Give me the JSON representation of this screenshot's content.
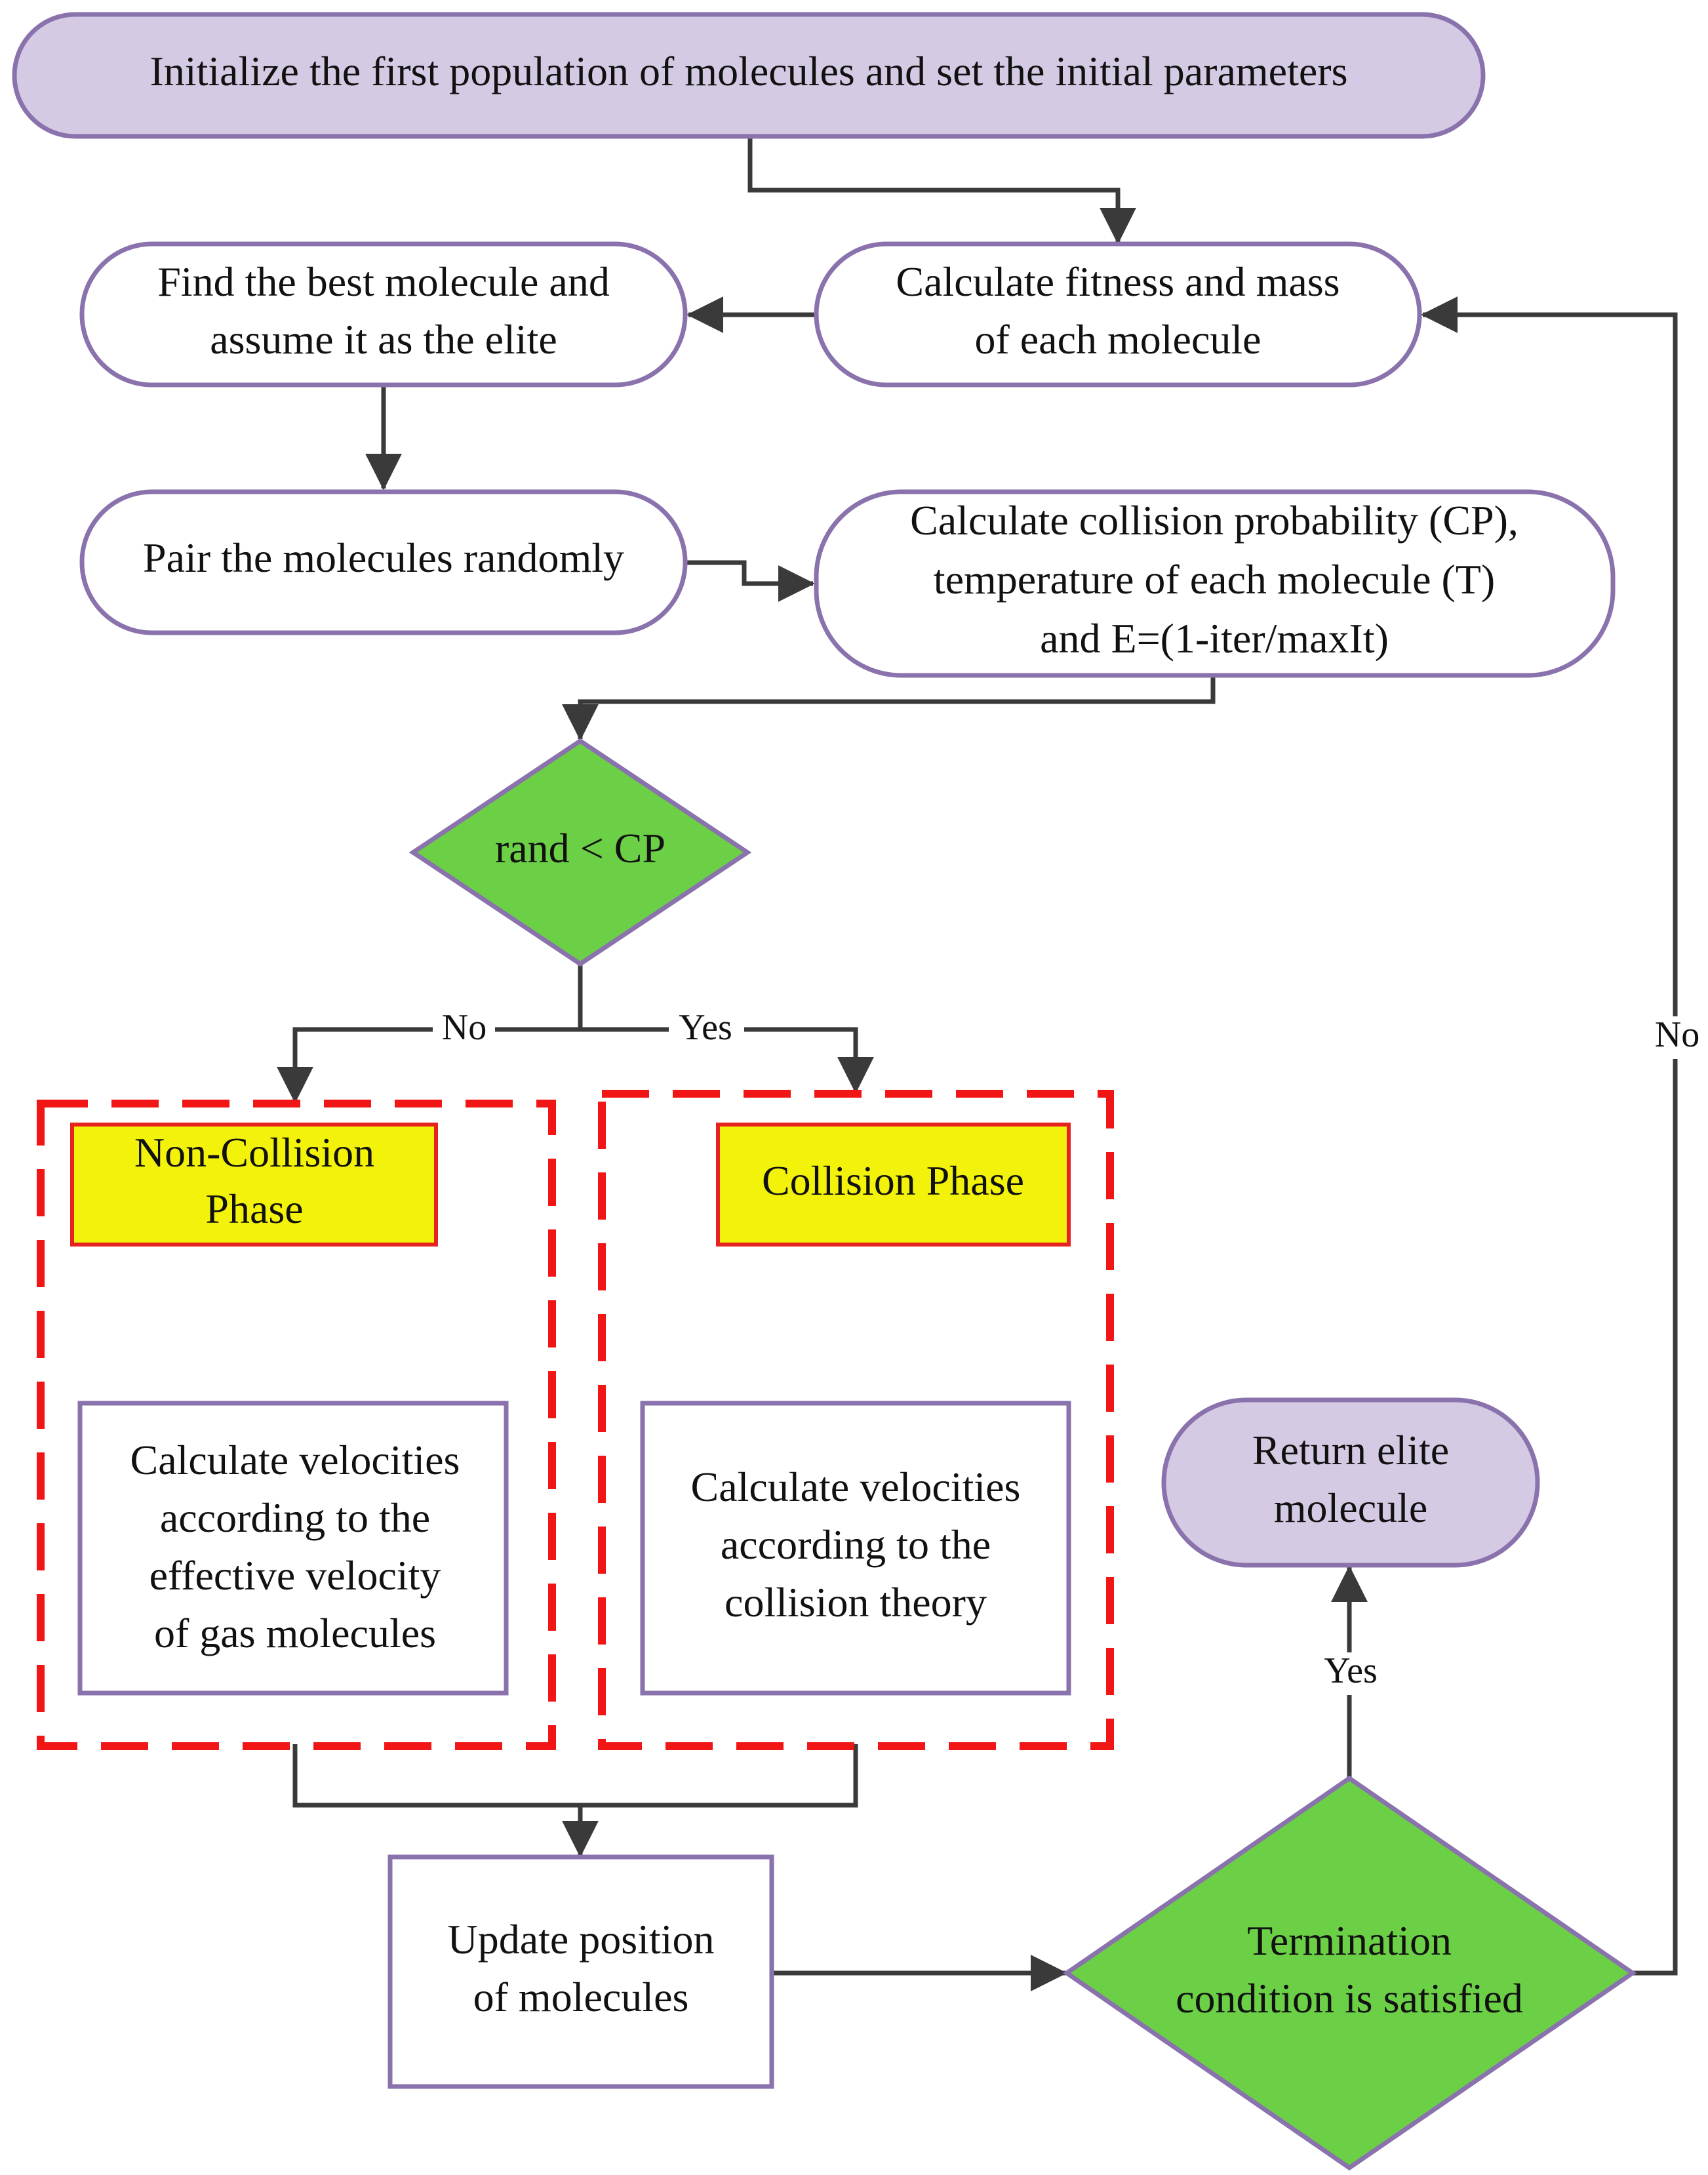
{
  "colors": {
    "lilac_fill": "#d5cae3",
    "node_border": "#8a72ad",
    "decision_fill": "#6cd046",
    "phase_fill": "#f3f20a",
    "phase_border": "#e52420",
    "dashed_border": "#f21515",
    "connector": "#3a3a3a"
  },
  "nodes": {
    "initialize": {
      "lines": [
        "Initialize the first population of molecules and set the initial parameters"
      ]
    },
    "calc_fitness": {
      "lines": [
        "Calculate fitness and mass",
        "of each molecule"
      ]
    },
    "find_best": {
      "lines": [
        "Find the best molecule and",
        "assume it as the elite"
      ]
    },
    "pair_molecules": {
      "lines": [
        "Pair the molecules randomly"
      ]
    },
    "calc_collision_prob": {
      "lines": [
        "Calculate collision probability (CP),",
        "temperature of each molecule (T)",
        "and E=(1-iter/maxIt)"
      ]
    },
    "decision_rand": {
      "lines": [
        "rand < CP"
      ]
    },
    "non_collision_phase": {
      "lines": [
        "Non-Collision",
        "Phase"
      ]
    },
    "collision_phase": {
      "lines": [
        "Collision Phase"
      ]
    },
    "calc_velocities_effective": {
      "lines": [
        "Calculate velocities",
        "according to the",
        "effective velocity",
        "of gas molecules"
      ]
    },
    "calc_velocities_collision": {
      "lines": [
        "Calculate velocities",
        "according to the",
        "collision theory"
      ]
    },
    "update_position": {
      "lines": [
        "Update position",
        "of molecules"
      ]
    },
    "termination_decision": {
      "lines": [
        "Termination",
        "condition is satisfied"
      ]
    },
    "return_elite": {
      "lines": [
        "Return elite",
        "molecule"
      ]
    }
  },
  "edge_labels": {
    "rand_no": "No",
    "rand_yes": "Yes",
    "termination_yes": "Yes",
    "termination_no": "No"
  }
}
